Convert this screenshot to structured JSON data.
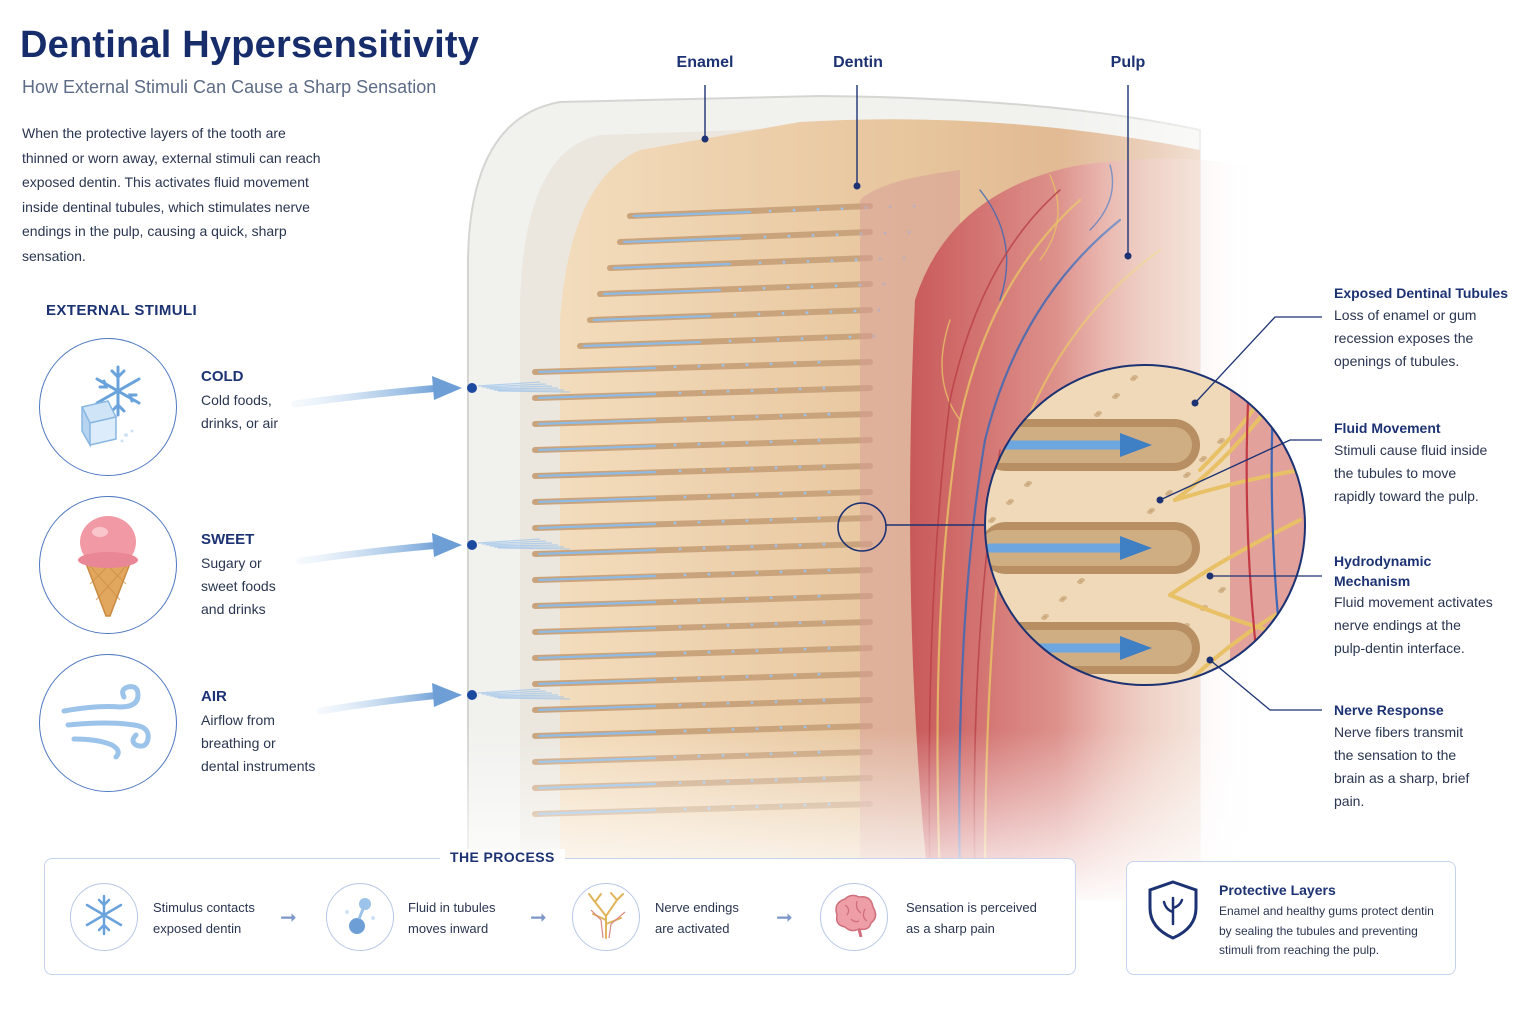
{
  "header": {
    "title": "Dentinal Hypersensitivity",
    "subtitle": "How External Stimuli Can Cause a Sharp Sensation"
  },
  "intro": "When the protective layers of the tooth are thinned or worn away, external stimuli can reach exposed dentin. This activates fluid movement inside dentinal tubules, which stimulates nerve endings in the pulp, causing a quick, sharp sensation.",
  "stimuli": {
    "heading": "EXTERNAL STIMULI",
    "items": [
      {
        "title": "COLD",
        "lines": [
          "Cold foods,",
          "drinks, or air"
        ],
        "icon": "snowflake-ice-icon"
      },
      {
        "title": "SWEET",
        "lines": [
          "Sugary or",
          "sweet foods",
          "and drinks"
        ],
        "icon": "ice-cream-icon"
      },
      {
        "title": "AIR",
        "lines": [
          "Airflow from",
          "breathing or",
          "dental instruments"
        ],
        "icon": "wind-icon"
      }
    ]
  },
  "layers": {
    "enamel": "Enamel",
    "dentin": "Dentin",
    "pulp": "Pulp"
  },
  "callouts": [
    {
      "title": "Exposed Dentinal Tubules",
      "lines": [
        "Loss of enamel or gum",
        "recession exposes the",
        "openings of tubules."
      ]
    },
    {
      "title": "Fluid Movement",
      "lines": [
        "Stimuli cause fluid inside",
        "the tubules to move",
        "rapidly toward the pulp."
      ]
    },
    {
      "title_lines": [
        "Hydrodynamic",
        "Mechanism"
      ],
      "lines": [
        "Fluid movement activates",
        "nerve endings at the",
        "pulp-dentin interface."
      ]
    },
    {
      "title": "Nerve Response",
      "lines": [
        "Nerve fibers transmit",
        "the sensation to the",
        "brain as a sharp, brief",
        "pain."
      ]
    }
  ],
  "process": {
    "heading": "THE PROCESS",
    "steps": [
      {
        "lines": [
          "Stimulus contacts",
          "exposed dentin"
        ],
        "icon": "snowflake-icon"
      },
      {
        "lines": [
          "Fluid in tubules",
          "moves inward"
        ],
        "icon": "fluid-droplets-icon"
      },
      {
        "lines": [
          "Nerve endings",
          "are activated"
        ],
        "icon": "nerve-branches-icon"
      },
      {
        "lines": [
          "Sensation is perceived",
          "as a sharp pain"
        ],
        "icon": "brain-icon"
      }
    ]
  },
  "protective": {
    "title": "Protective Layers",
    "lines": [
      "Enamel and healthy gums protect dentin",
      "by sealing the tubules and preventing",
      "stimuli from reaching the pulp."
    ],
    "icon": "shield-icon"
  },
  "colors": {
    "title_navy": "#172d6b",
    "accent_blue": "#4f78c0",
    "enamel": "#f1f1ee",
    "dentin": "#e8c9a0",
    "pulp": "#d98a86",
    "fluid_blue": "#7fb2e0",
    "nerve_yellow": "#e8c066"
  }
}
